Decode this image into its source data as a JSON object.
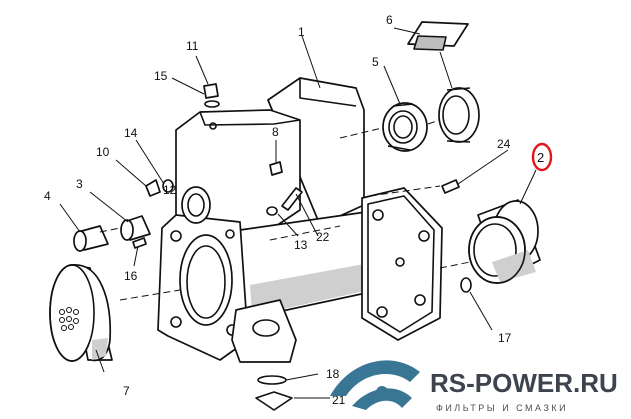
{
  "labels": {
    "l1": "1",
    "l2": "2",
    "l3": "3",
    "l4": "4",
    "l5": "5",
    "l6": "6",
    "l7": "7",
    "l8": "8",
    "l10": "10",
    "l11": "11",
    "l12": "12",
    "l13": "13",
    "l14": "14",
    "l15": "15",
    "l16": "16",
    "l17": "17",
    "l18": "18",
    "l21": "21",
    "l22": "22",
    "l24": "24"
  },
  "highlight": {
    "label": "2",
    "color": "#e0161b"
  },
  "watermark": {
    "brand": "RS-POWER.RU",
    "tagline": "ФИЛЬТРЫ И СМАЗКИ",
    "color": "#2f6f8f"
  }
}
